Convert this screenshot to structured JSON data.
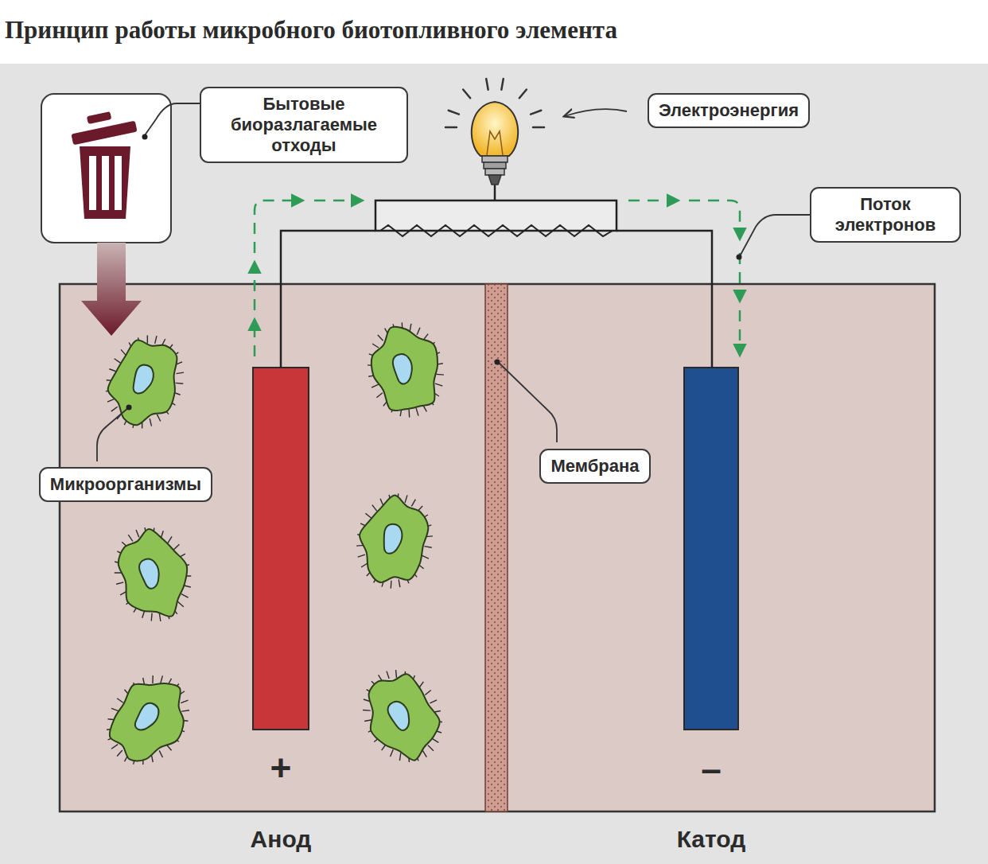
{
  "diagram": {
    "title": "Принцип работы микробного биотопливного элемента",
    "nodes": [
      {
        "text": [
          "Бытовые биоразлагаемые отходы"
        ]
      },
      {
        "text": [
          "Электроэнергия"
        ]
      },
      {
        "text": [
          "Поток электронов"
        ]
      },
      {
        "text": [
          "Мембрана"
        ]
      },
      {
        "text": [
          "Микроорганизмы"
        ]
      }
    ],
    "labels": [
      "+",
      "–",
      "Анод",
      "Катод"
    ]
  }
}
